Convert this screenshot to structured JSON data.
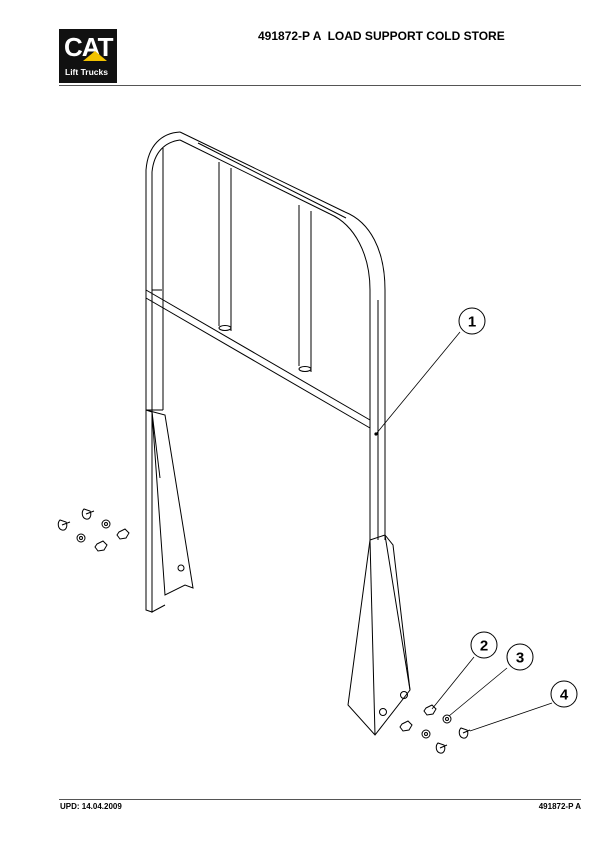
{
  "header": {
    "logo": {
      "word": "CAT",
      "subtitle": "Lift Trucks",
      "accent_color": "#f2c200"
    },
    "title": "491872-P A  LOAD SUPPORT COLD STORE"
  },
  "callouts": [
    {
      "number": "1"
    },
    {
      "number": "2"
    },
    {
      "number": "3"
    },
    {
      "number": "4"
    }
  ],
  "footer": {
    "update": "UPD: 14.04.2009",
    "doc_ref": "491872-P A"
  }
}
